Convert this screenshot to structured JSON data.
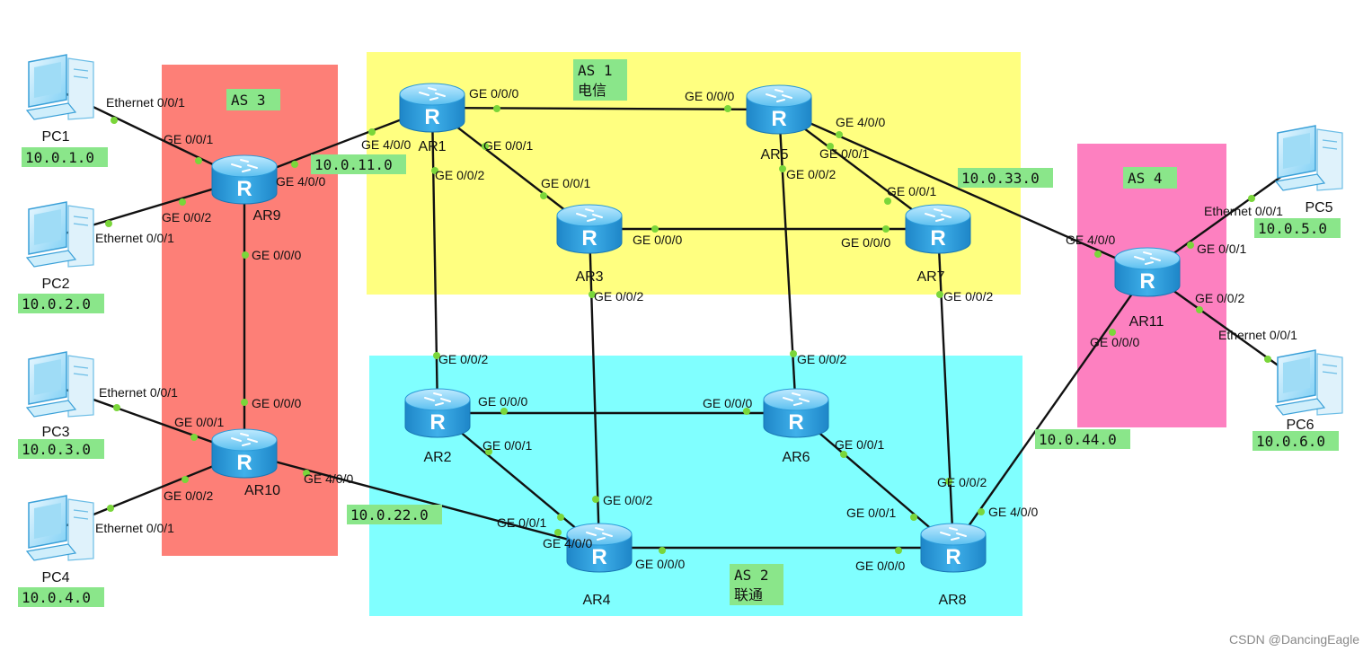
{
  "areas": [
    {
      "id": "as3",
      "label": "AS 3",
      "fill": "#fd7f77"
    },
    {
      "id": "as1",
      "label": "AS 1",
      "label2": "电信",
      "fill": "#ffff80"
    },
    {
      "id": "as2",
      "label": "AS 2",
      "label2": "联通",
      "fill": "#80ffff"
    },
    {
      "id": "as4",
      "label": "AS 4",
      "fill": "#fd80c0"
    }
  ],
  "routers": [
    "AR1",
    "AR2",
    "AR3",
    "AR4",
    "AR5",
    "AR6",
    "AR7",
    "AR8",
    "AR9",
    "AR10",
    "AR11"
  ],
  "pcs": [
    {
      "name": "PC1",
      "net": "10.0.1.0"
    },
    {
      "name": "PC2",
      "net": "10.0.2.0"
    },
    {
      "name": "PC3",
      "net": "10.0.3.0"
    },
    {
      "name": "PC4",
      "net": "10.0.4.0"
    },
    {
      "name": "PC5",
      "net": "10.0.5.0"
    },
    {
      "name": "PC6",
      "net": "10.0.6.0"
    }
  ],
  "links": [
    {
      "a": "PC1",
      "b": "AR9",
      "pa": "Ethernet 0/0/1",
      "pb": "GE 0/0/1"
    },
    {
      "a": "PC2",
      "b": "AR9",
      "pa": "Ethernet 0/0/1",
      "pb": "GE 0/0/2"
    },
    {
      "a": "PC3",
      "b": "AR10",
      "pa": "Ethernet 0/0/1",
      "pb": "GE 0/0/1"
    },
    {
      "a": "PC4",
      "b": "AR10",
      "pa": "Ethernet 0/0/1",
      "pb": "GE 0/0/2"
    },
    {
      "a": "AR9",
      "b": "AR10",
      "pa": "GE 0/0/0",
      "pb": "GE 0/0/0"
    },
    {
      "a": "AR9",
      "b": "AR1",
      "pa": "GE 4/0/0",
      "pb": "GE 4/0/0"
    },
    {
      "a": "AR10",
      "b": "AR4",
      "pa": "GE 4/0/0",
      "pb": "GE 4/0/0"
    },
    {
      "a": "AR1",
      "b": "AR5",
      "pa": "GE 0/0/0",
      "pb": "GE 0/0/0"
    },
    {
      "a": "AR1",
      "b": "AR3",
      "pa": "GE 0/0/1",
      "pb": "GE 0/0/1"
    },
    {
      "a": "AR1",
      "b": "AR2",
      "pa": "GE 0/0/2",
      "pb": "GE 0/0/2"
    },
    {
      "a": "AR5",
      "b": "AR7",
      "pa": "GE 0/0/1",
      "pb": "GE 0/0/1"
    },
    {
      "a": "AR5",
      "b": "AR6",
      "pa": "GE 0/0/2",
      "pb": "GE 0/0/2"
    },
    {
      "a": "AR5",
      "b": "AR11",
      "pa": "GE 4/0/0",
      "pb": "GE 4/0/0"
    },
    {
      "a": "AR3",
      "b": "AR7",
      "pa": "GE 0/0/0",
      "pb": "GE 0/0/0"
    },
    {
      "a": "AR3",
      "b": "AR4",
      "pa": "GE 0/0/2",
      "pb": "GE 0/0/2"
    },
    {
      "a": "AR7",
      "b": "AR8",
      "pa": "GE 0/0/2",
      "pb": "GE 0/0/2"
    },
    {
      "a": "AR2",
      "b": "AR6",
      "pa": "GE 0/0/0",
      "pb": "GE 0/0/0"
    },
    {
      "a": "AR2",
      "b": "AR4",
      "pa": "GE 0/0/1",
      "pb": "GE 0/0/1"
    },
    {
      "a": "AR6",
      "b": "AR8",
      "pa": "GE 0/0/1",
      "pb": "GE 0/0/1"
    },
    {
      "a": "AR4",
      "b": "AR8",
      "pa": "GE 0/0/0",
      "pb": "GE 0/0/0"
    },
    {
      "a": "AR8",
      "b": "AR11",
      "pa": "GE 4/0/0",
      "pb": "GE 0/0/0"
    },
    {
      "a": "AR11",
      "b": "PC5",
      "pa": "GE 0/0/1",
      "pb": "Ethernet 0/0/1"
    },
    {
      "a": "AR11",
      "b": "PC6",
      "pa": "GE 0/0/2",
      "pb": "Ethernet 0/0/1"
    }
  ],
  "inter_as_nets": [
    "10.0.11.0",
    "10.0.22.0",
    "10.0.33.0",
    "10.0.44.0"
  ],
  "watermark": "CSDN @DancingEagle",
  "colors": {
    "net_label_bg": "#8ae68a",
    "port_dot": "#7ad63a",
    "router_body": "#3aa8e0",
    "line": "#111111"
  }
}
